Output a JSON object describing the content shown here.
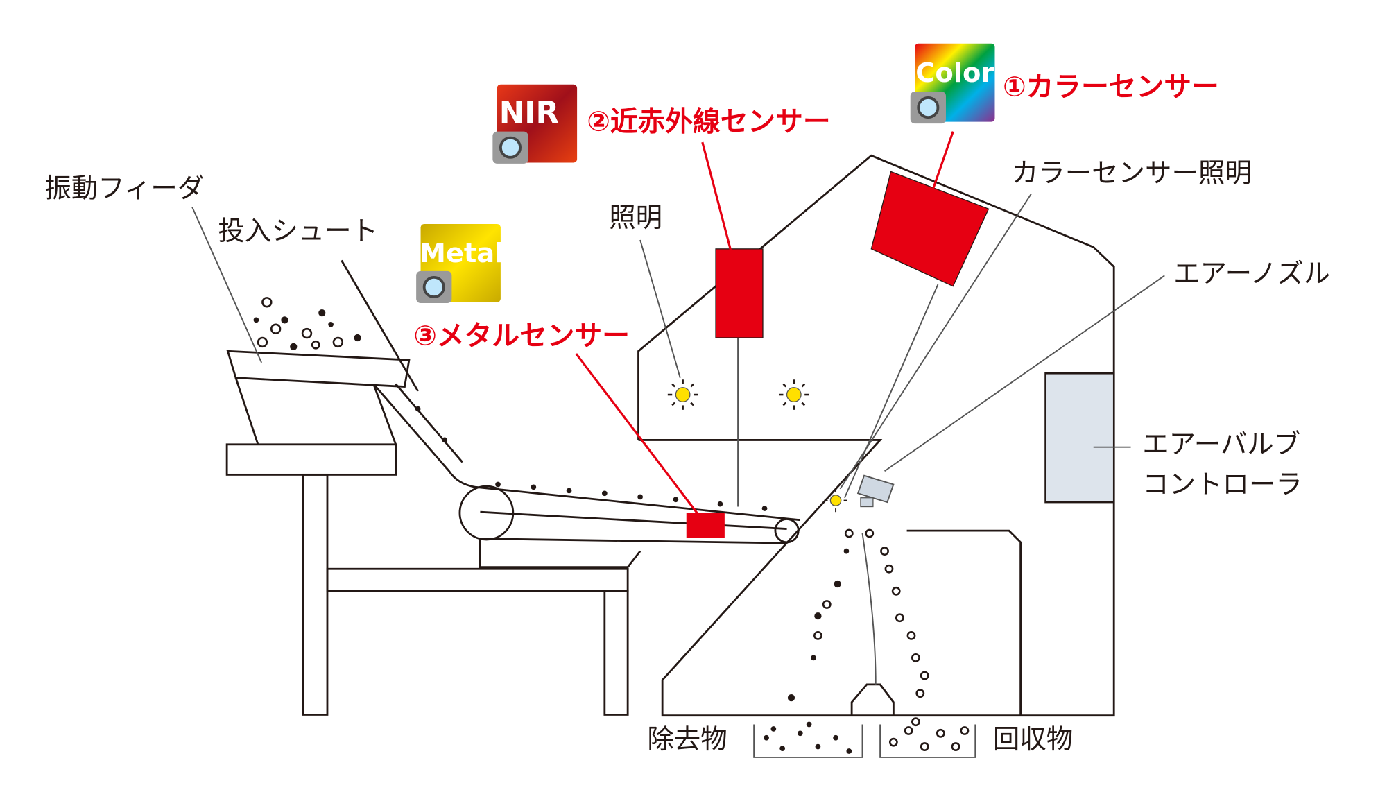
{
  "labels": {
    "vibratory_feeder": "振動フィーダ",
    "input_chute": "投入シュート",
    "lighting": "照明",
    "color_sensor_lighting": "カラーセンサー照明",
    "air_nozzle": "エアーノズル",
    "air_valve_controller_line1": "エアーバルブ",
    "air_valve_controller_line2": "コントローラ",
    "rejects": "除去物",
    "recovered": "回収物"
  },
  "sensors": {
    "color": {
      "badge": "Color",
      "label": "①カラーセンサー"
    },
    "nir": {
      "badge": "NIR",
      "label": "②近赤外線センサー"
    },
    "metal": {
      "badge": "Metal",
      "label": "③メタルセンサー"
    }
  },
  "colors": {
    "accent": "#e60012",
    "controller": "#dde4ec",
    "metal": "#d9b800",
    "nir": "#c8171e"
  }
}
